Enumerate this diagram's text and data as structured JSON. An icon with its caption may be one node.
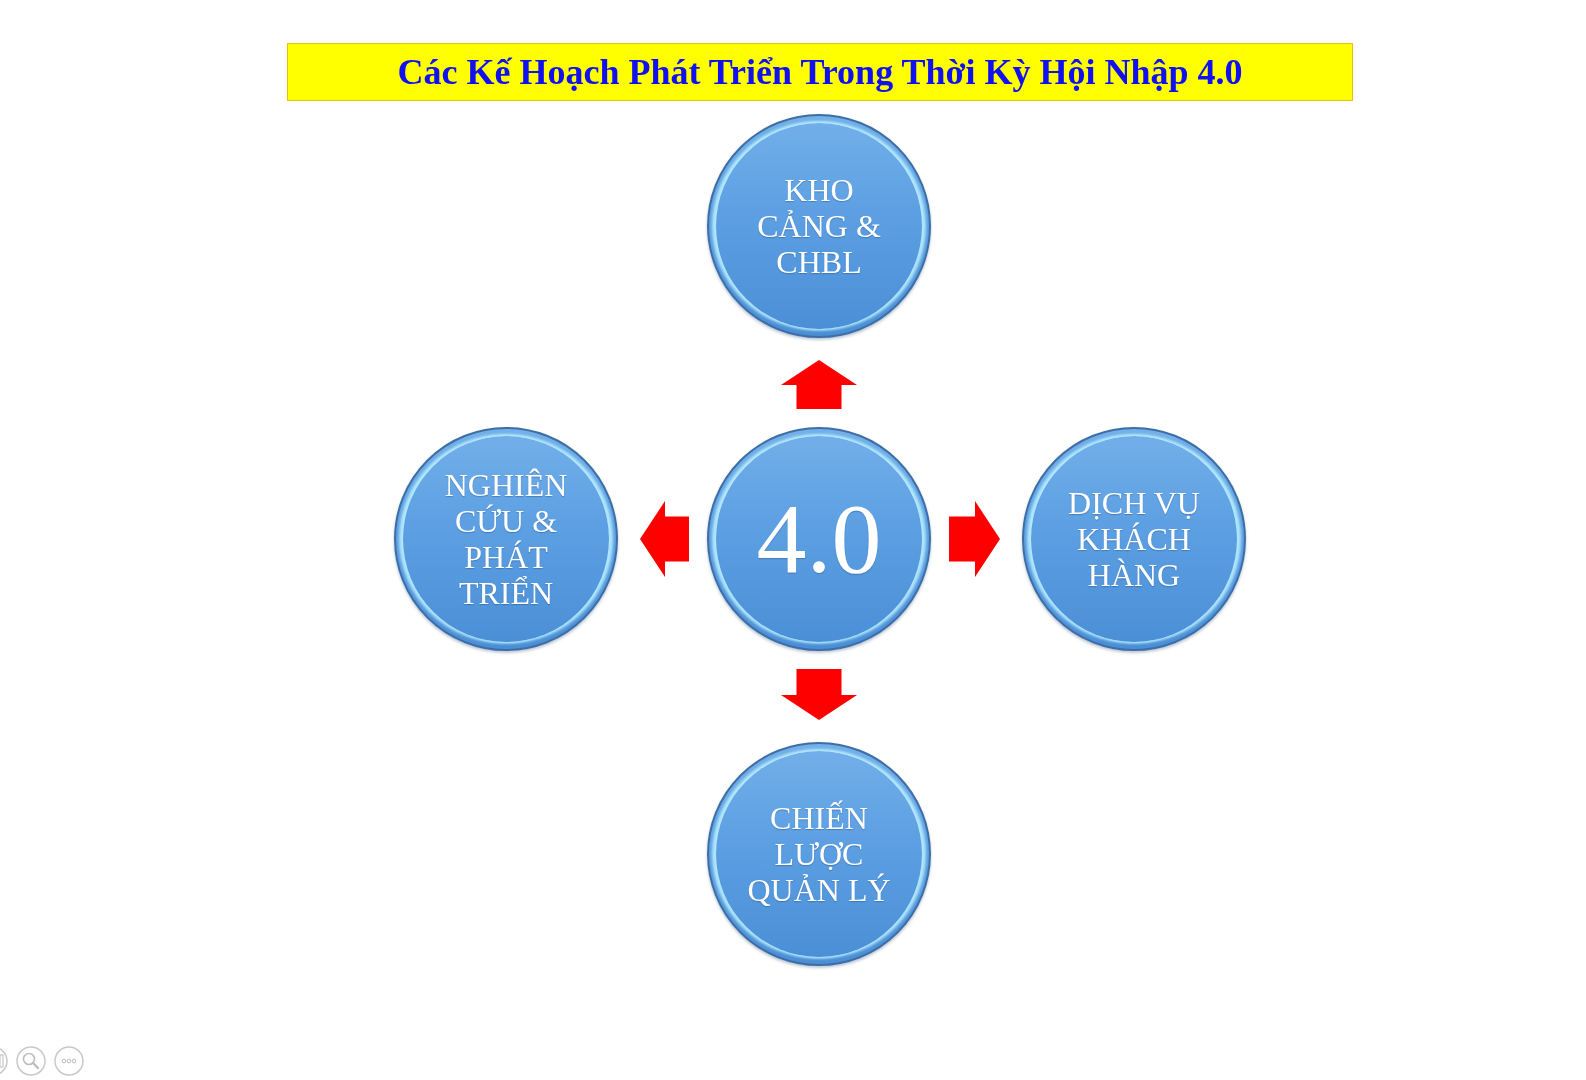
{
  "diagram": {
    "title": "Các Kế Hoạch Phát Triển Trong Thời Kỳ Hội Nhập 4.0",
    "nodes": [
      {
        "text": [
          "KHO CẢNG & CHBL"
        ]
      },
      {
        "text": [
          "NGHIÊN CỨU & PHÁT TRIỂN"
        ]
      },
      {
        "text": [
          "4.0"
        ]
      },
      {
        "text": [
          "DỊCH VỤ KHÁCH HÀNG"
        ]
      },
      {
        "text": [
          "CHIẾN LƯỢC QUẢN LÝ"
        ]
      }
    ],
    "edges": [
      {
        "from": 2,
        "to": 0,
        "arrow": "to"
      },
      {
        "from": 2,
        "to": 1,
        "arrow": "to"
      },
      {
        "from": 2,
        "to": 3,
        "arrow": "to"
      },
      {
        "from": 2,
        "to": 4,
        "arrow": "to"
      }
    ]
  }
}
